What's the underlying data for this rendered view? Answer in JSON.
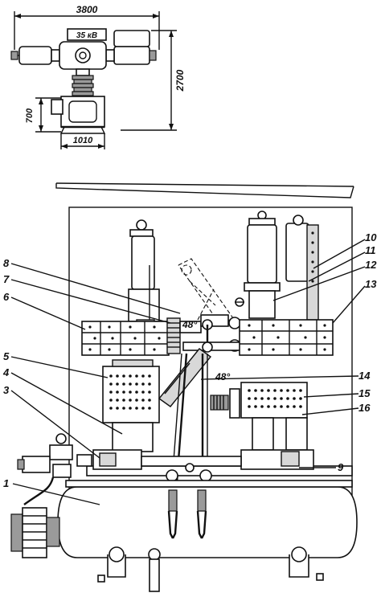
{
  "top_view": {
    "voltage_label": "35 кВ",
    "dim_width": "3800",
    "dim_height": "2700",
    "dim_base_height": "700",
    "dim_base_width": "1010"
  },
  "main_view": {
    "angle_upper": "48°",
    "angle_lower": "48°",
    "callouts": [
      "1",
      "3",
      "4",
      "5",
      "6",
      "7",
      "8",
      "9",
      "10",
      "11",
      "12",
      "13",
      "14",
      "15",
      "16"
    ]
  }
}
